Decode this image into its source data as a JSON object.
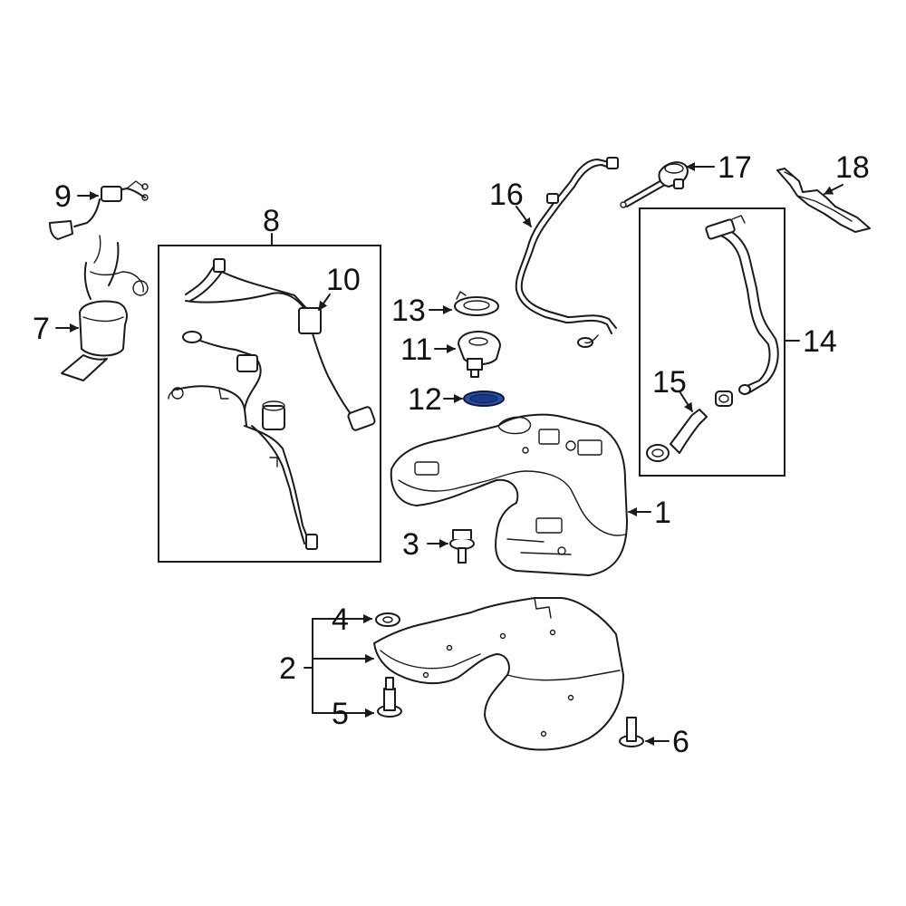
{
  "diagram": {
    "callouts": [
      {
        "id": "c1",
        "text": "1"
      },
      {
        "id": "c2",
        "text": "2"
      },
      {
        "id": "c3",
        "text": "3"
      },
      {
        "id": "c4",
        "text": "4"
      },
      {
        "id": "c5",
        "text": "5"
      },
      {
        "id": "c6",
        "text": "6"
      },
      {
        "id": "c7",
        "text": "7"
      },
      {
        "id": "c8",
        "text": "8"
      },
      {
        "id": "c9",
        "text": "9"
      },
      {
        "id": "c10",
        "text": "10"
      },
      {
        "id": "c11",
        "text": "11"
      },
      {
        "id": "c12",
        "text": "12"
      },
      {
        "id": "c13",
        "text": "13"
      },
      {
        "id": "c14",
        "text": "14"
      },
      {
        "id": "c15",
        "text": "15"
      },
      {
        "id": "c16",
        "text": "16"
      },
      {
        "id": "c17",
        "text": "17"
      },
      {
        "id": "c18",
        "text": "18"
      }
    ],
    "highlight_color": "#2b4fa8",
    "line_color": "#1a1a1a"
  }
}
